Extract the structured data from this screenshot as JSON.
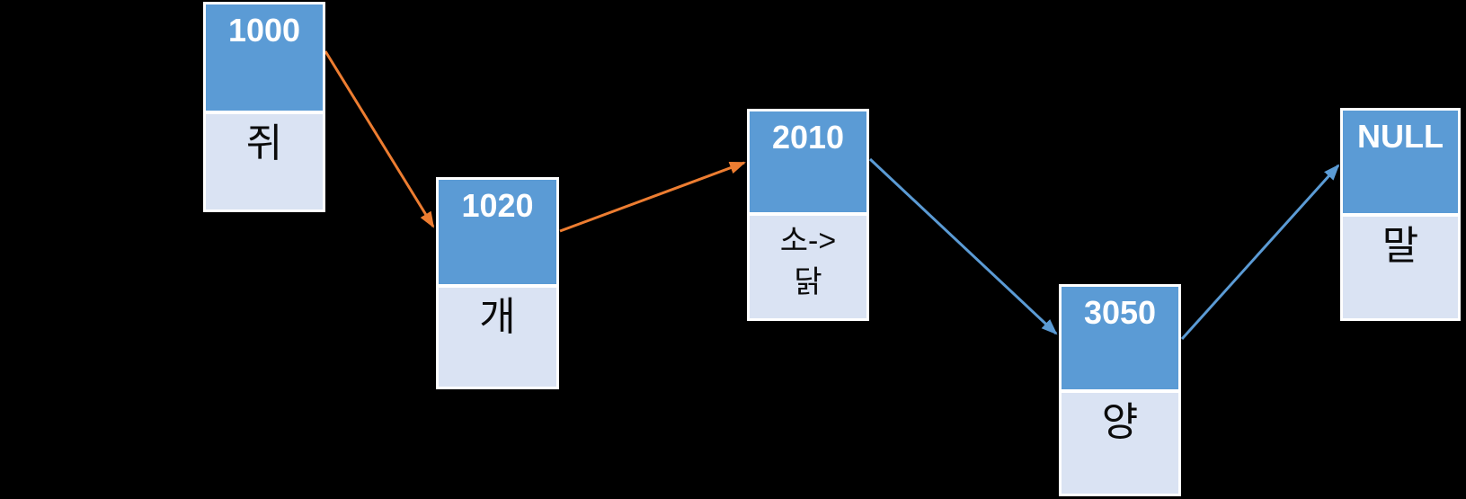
{
  "diagram": {
    "type": "singly-linked-list",
    "background": "#000000",
    "colors": {
      "header_fill": "#5b9bd5",
      "body_fill": "#dae3f3",
      "header_text": "#ffffff",
      "body_text": "#0b0b0b",
      "node_border": "#ffffff",
      "arrow_orange": "#ed7d31",
      "arrow_blue": "#5b9bd5"
    },
    "nodes": [
      {
        "address": "1000",
        "value": "쥐"
      },
      {
        "address": "1020",
        "value": "개"
      },
      {
        "address": "2010",
        "value": "소->\n닭"
      },
      {
        "address": "3050",
        "value": "양"
      },
      {
        "address": "NULL",
        "value": "말"
      }
    ],
    "arrows": [
      {
        "from": "1000",
        "to": "1020",
        "color": "#ed7d31"
      },
      {
        "from": "1020",
        "to": "2010",
        "color": "#ed7d31"
      },
      {
        "from": "2010",
        "to": "3050",
        "color": "#5b9bd5"
      },
      {
        "from": "3050",
        "to": "NULL",
        "color": "#5b9bd5"
      }
    ]
  }
}
